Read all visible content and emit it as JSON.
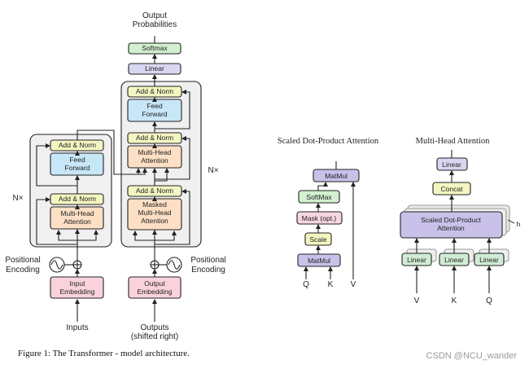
{
  "transformer": {
    "output_probs": [
      "Output",
      "Probabilities"
    ],
    "softmax": "Softmax",
    "linear": "Linear",
    "add_norm": "Add & Norm",
    "feed_forward": [
      "Feed",
      "Forward"
    ],
    "mha": [
      "Multi-Head",
      "Attention"
    ],
    "masked_mha": [
      "Masked",
      "Multi-Head",
      "Attention"
    ],
    "nx": "N×",
    "pos_enc": [
      "Positional",
      "Encoding"
    ],
    "input_embedding": [
      "Input",
      "Embedding"
    ],
    "output_embedding": [
      "Output",
      "Embedding"
    ],
    "inputs": "Inputs",
    "outputs": [
      "Outputs",
      "(shifted right)"
    ]
  },
  "sdpa": {
    "title": "Scaled Dot-Product Attention",
    "matmul": "MatMul",
    "softmax": "SoftMax",
    "mask": "Mask (opt.)",
    "scale": "Scale",
    "inputs": [
      "Q",
      "K",
      "V"
    ]
  },
  "mha_diagram": {
    "title": "Multi-Head Attention",
    "linear": "Linear",
    "concat": "Concat",
    "sdpa": [
      "Scaled Dot-Product",
      "Attention"
    ],
    "h": "h",
    "inputs": [
      "V",
      "K",
      "Q"
    ]
  },
  "caption": "Figure 1: The Transformer - model architecture.",
  "watermark": "CSDN @NCU_wander",
  "colors": {
    "softmax_green": "#d2efd0",
    "linear_purple": "#d8d6f0",
    "add_norm_yellow": "#f4f6c2",
    "feed_forward_blue": "#c7e6f8",
    "attention_orange": "#fcdfc4",
    "embedding_pink": "#f9d2dc",
    "sdpa_purple": "#c9c1ea",
    "mask_pink": "#f7d6e0",
    "stack_gray": "#f0f0f0"
  }
}
